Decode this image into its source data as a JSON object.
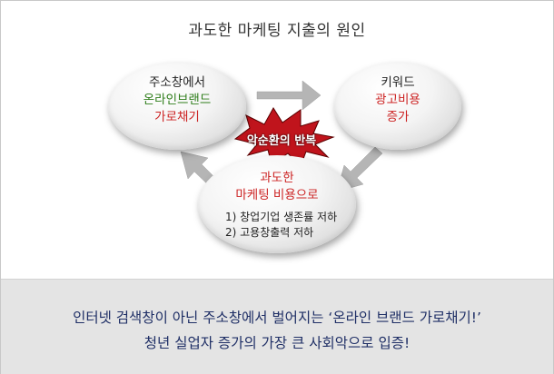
{
  "title": "과도한 마케팅 지출의 원인",
  "nodes": {
    "left": {
      "line1": "주소창에서",
      "line2": "온라인브랜드",
      "line3": "가로채기"
    },
    "right": {
      "line1": "키워드",
      "line2": "광고비용",
      "line3": "증가"
    },
    "bottom": {
      "line1": "과도한",
      "line2": "마케팅 비용으로",
      "item1": "1) 창업기업 생존률 저하",
      "item2": "2) 고용창출력 저하"
    }
  },
  "center_label": "악순환의 반복",
  "footer": {
    "line1": "인터넷 검색창이 아닌 주소창에서 벌어지는 ‘온라인 브랜드 가로채기!’",
    "line2": "청년 실업자 증가의 가장 큰 사회악으로 입증!"
  },
  "colors": {
    "green_text": "#2e7d1a",
    "red_text": "#cc2222",
    "footer_text": "#1f2f66",
    "arrow_gray": "#b5b5b5",
    "burst_red": "#c0141c"
  }
}
